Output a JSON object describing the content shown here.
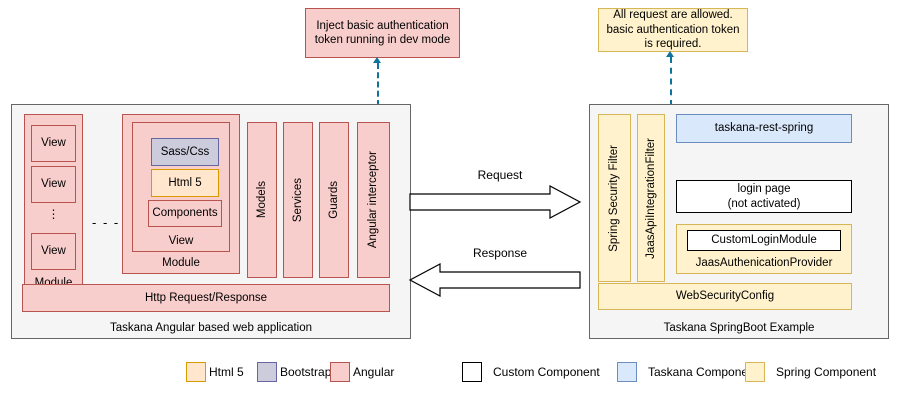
{
  "callouts": [
    {
      "id": "angular-interceptor-note",
      "text": "Inject basic authentication token running in dev mode",
      "style": "angular"
    },
    {
      "id": "jaas-filter-note",
      "text": "All request are allowed. basic authentication token is required.",
      "style": "spring"
    }
  ],
  "left_panel": {
    "caption": "Taskana Angular based web application",
    "module_a": {
      "label": "Module",
      "views": [
        "View",
        "View",
        "View"
      ],
      "ellipsis": "⋮"
    },
    "module_separator": "- - -",
    "module_b": {
      "label": "Module",
      "view_label": "View",
      "items": [
        {
          "label": "Sass/Css",
          "style": "bootstrap"
        },
        {
          "label": "Html 5",
          "style": "html5"
        },
        {
          "label": "Components",
          "style": "angular"
        }
      ]
    },
    "columns": [
      "Models",
      "Services",
      "Guards",
      "Angular interceptor"
    ],
    "http_bar": "Http Request/Response"
  },
  "arrows": {
    "request": "Request",
    "response": "Response"
  },
  "right_panel": {
    "caption": "Taskana SpringBoot Example",
    "filters": [
      "Spring Security Filter",
      "JaasApiIntegrationFilter"
    ],
    "rest_spring": "taskana-rest-spring",
    "login_page_line1": "login page",
    "login_page_line2": "(not activated)",
    "auth_provider": {
      "inner": "CustomLoginModule",
      "label": "JaasAuthenicationProvider"
    },
    "web_security_config": "WebSecurityConfig"
  },
  "legend": {
    "items": [
      {
        "label": "Html 5",
        "style": "html5",
        "color": "#ffe6cc"
      },
      {
        "label": "Bootstrap",
        "style": "bootstrap",
        "color": "#ccccdd"
      },
      {
        "label": "Angular",
        "style": "angular",
        "color": "#f8cecc"
      },
      {
        "label": "Custom Component",
        "style": "custom",
        "color": "#ffffff"
      },
      {
        "label": "Taskana Component",
        "style": "taskana",
        "color": "#dae8fc"
      },
      {
        "label": "Spring Component",
        "style": "spring",
        "color": "#fff2cc"
      }
    ]
  },
  "colors": {
    "angular_fill": "#f8cecc",
    "angular_stroke": "#b85450",
    "bootstrap_fill": "#ccccdd",
    "bootstrap_stroke": "#6666a3",
    "html5_fill": "#ffe6cc",
    "html5_stroke": "#d79b00",
    "spring_fill": "#fff2cc",
    "spring_stroke": "#d6b656",
    "taskana_fill": "#dae8fc",
    "taskana_stroke": "#6c8ebf",
    "dashed_connector": "#10739e",
    "container_fill": "#f5f5f5",
    "container_stroke": "#666666"
  }
}
